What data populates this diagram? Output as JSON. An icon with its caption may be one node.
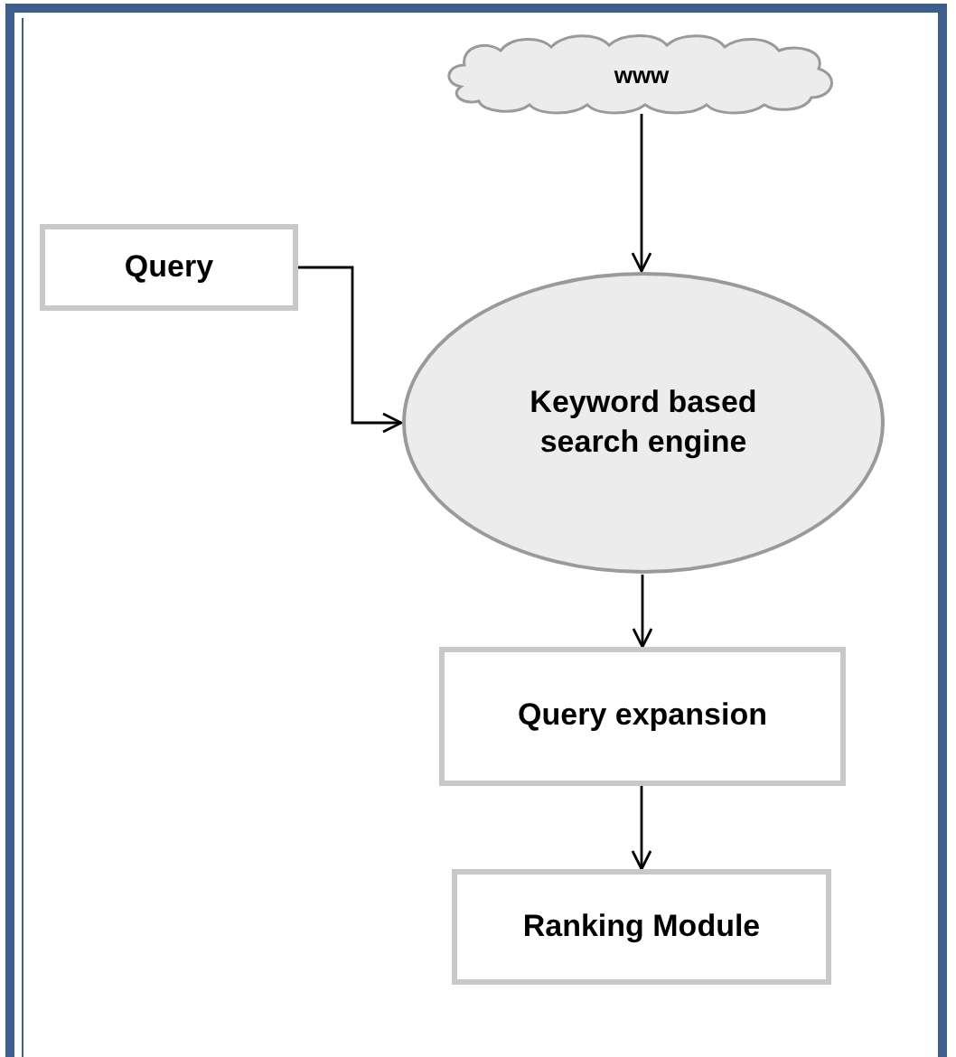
{
  "diagram": {
    "nodes": [
      {
        "text": [
          "www"
        ]
      },
      {
        "text": [
          "Query"
        ]
      },
      {
        "text": [
          "Keyword based search engine"
        ]
      },
      {
        "text": [
          "Query expansion"
        ]
      },
      {
        "text": [
          "Ranking Module"
        ]
      }
    ],
    "edges": [
      {
        "from": 0,
        "to": 2,
        "arrow": "to"
      },
      {
        "from": 1,
        "to": 2,
        "arrow": "to"
      },
      {
        "from": 2,
        "to": 3,
        "arrow": "to"
      },
      {
        "from": 3,
        "to": 4,
        "arrow": "to"
      }
    ]
  }
}
